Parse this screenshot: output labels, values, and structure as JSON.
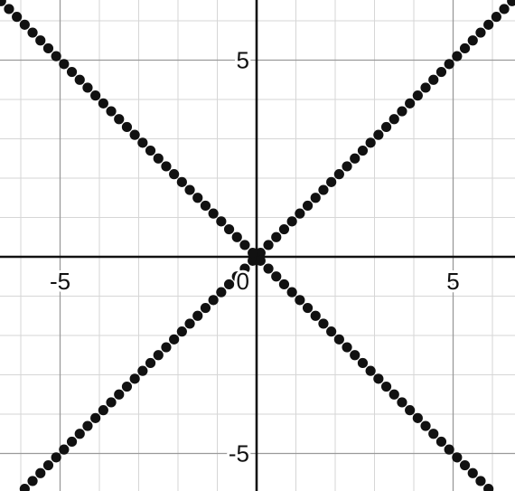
{
  "chart_data": {
    "type": "scatter",
    "title": "",
    "xlabel": "",
    "ylabel": "",
    "xlim": [
      -6.5,
      6.5
    ],
    "ylim": [
      -5.0,
      6.5
    ],
    "grid": true,
    "minor_step": 1,
    "major_step": 5,
    "x_ticks": [
      {
        "value": -5,
        "label": "-5"
      },
      {
        "value": 0,
        "label": "0"
      },
      {
        "value": 5,
        "label": "5"
      }
    ],
    "y_ticks": [
      {
        "value": 5,
        "label": "5"
      },
      {
        "value": -5,
        "label": "-5"
      }
    ],
    "series": [
      {
        "kind": "line",
        "slope": 1,
        "intercept": 0,
        "x_range": [
          -6.3,
          6.5
        ],
        "step": 0.2,
        "style": "dotted",
        "color": "#111111"
      },
      {
        "kind": "line",
        "slope": -1,
        "intercept": 0,
        "x_range": [
          -6.5,
          6.3
        ],
        "step": 0.2,
        "style": "dotted",
        "color": "#111111"
      }
    ]
  }
}
